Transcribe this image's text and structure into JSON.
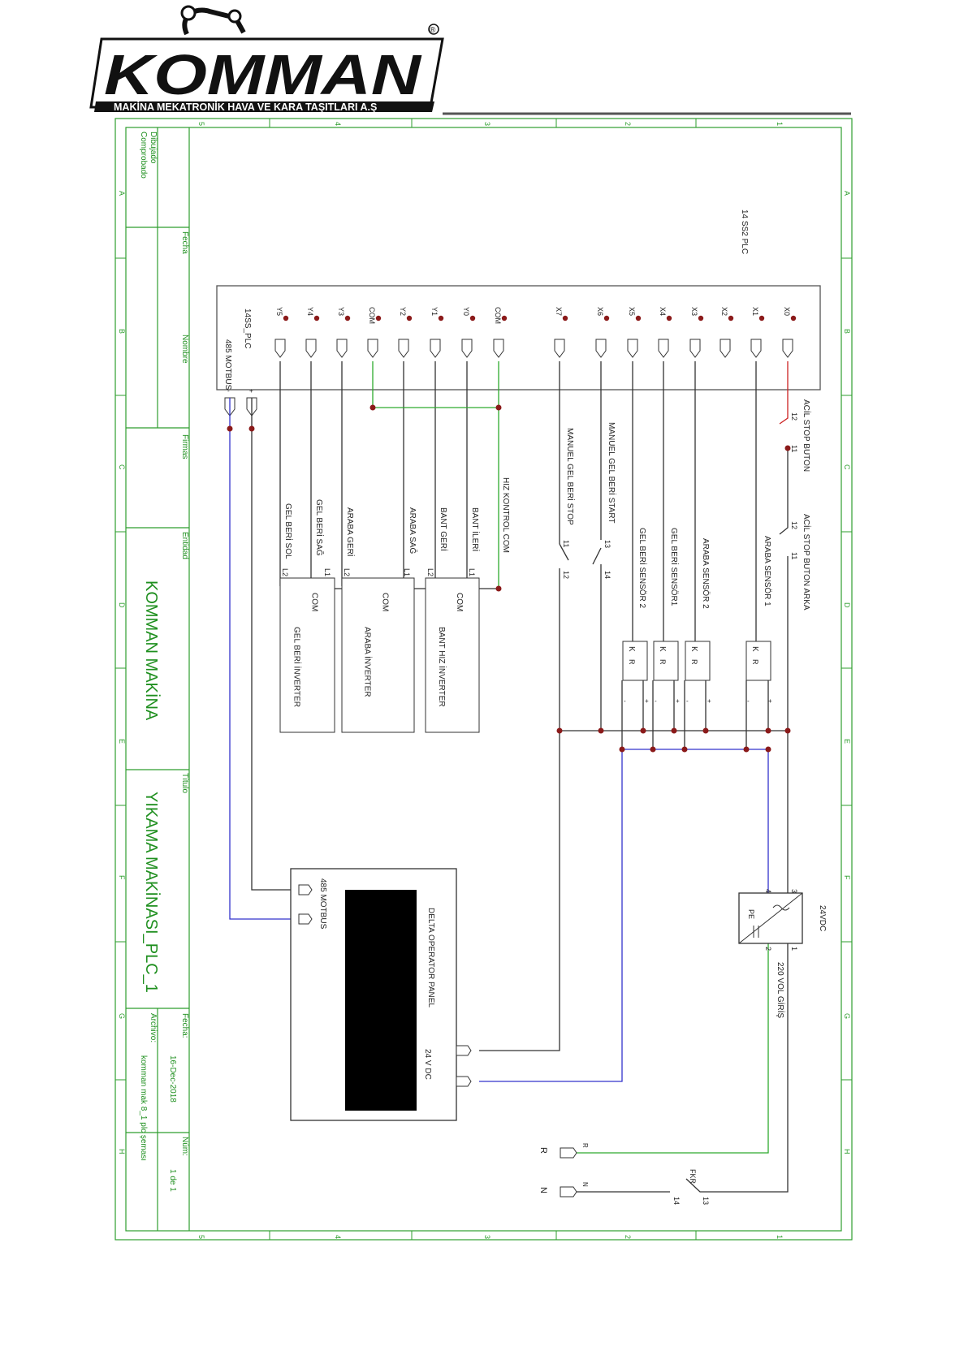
{
  "logo": {
    "brand": "KOMMAN",
    "tagline": "MAKİNA MEKATRONİK HAVA VE KARA TAŞITLARI A.Ş",
    "registered": "®"
  },
  "frame": {
    "cols": [
      "5",
      "4",
      "3",
      "2",
      "1"
    ],
    "rows": [
      "A",
      "B",
      "C",
      "D",
      "E",
      "F",
      "G",
      "H"
    ]
  },
  "title_block": {
    "dibujado": "Dibujado",
    "comprobado": "Comprobado",
    "fecha_label": "Fecha",
    "nombre_label": "Nombre",
    "firmas_label": "Firmas",
    "entidad_label": "Entidad",
    "entidad": "KOMMAN MAKİNA",
    "titulo_label": "Título",
    "titulo": "YIKAMA MAKİNASI_PLC_1",
    "fecha2_label": "Fecha:",
    "fecha2": "16-Dec-2018",
    "archivo_label": "Archivo:",
    "archivo": "komman mak 8_1 plc şeması",
    "num_label": "Núm:",
    "num": "1 de 1"
  },
  "plc": {
    "name": "14 SS2 PLC",
    "model": "14SS_PLC",
    "bus": "485 MOTBUS",
    "inputs": [
      "X0",
      "X1",
      "X2",
      "X3",
      "X4",
      "X5",
      "X6",
      "X7"
    ],
    "outputs": [
      "COM",
      "Y0",
      "Y1",
      "Y2",
      "COM",
      "Y3",
      "Y4",
      "Y5"
    ]
  },
  "signals": {
    "acil_stop": "ACİL STOP BUTON",
    "acil_stop_arka": "ACİL STOP BUTON ARKA",
    "sensor1": "ARABA SENSÖR 1",
    "sensor2": "ARABA SENSÖR 2",
    "gb_sensor1": "GEL BERİ SENSÖR1",
    "gb_sensor2": "GEL BERİ SENSÖR 2",
    "manual_start": "MANUEL GEL BERİ START",
    "manual_stop": "MANUEL GEL BERİ STOP",
    "hiz_kontrol": "HIZ KONTROL COM",
    "bant_ileri": "BANT İLERİ",
    "bant_geri": "BANT GERİ",
    "araba_sag": "ARABA SAĞ",
    "araba_geri": "ARABA GERİ",
    "gel_beri_sag": "GEL BERİ SAĞ",
    "gel_beri_sol": "GEL BERİ SOL"
  },
  "contacts": {
    "c11": "11",
    "c12": "12",
    "c13": "13",
    "c14": "14"
  },
  "sensor_box": {
    "k": "K",
    "r": "R",
    "plus": "+",
    "minus": "-"
  },
  "inverters": {
    "bant": "BANT HIZ İNVERTER",
    "araba": "ARABA İNVERTER",
    "gelberi": "GEL BERİ İNVERTER",
    "com": "COM",
    "l1": "L1",
    "l2": "L2"
  },
  "psu": {
    "label": "24VDC",
    "input": "220 VOL GİRİŞ",
    "pe": "PE",
    "p1": "1",
    "p2": "2",
    "p3": "3",
    "p4": "4"
  },
  "panel": {
    "title": "DELTA OPERATOR PANEL",
    "bus": "485 MOTBUS",
    "supply": "24 V DC",
    "plus": "+",
    "minus": "-"
  },
  "mains": {
    "r": "R",
    "n": "N",
    "fkr": "FKR",
    "t13": "13",
    "t14": "14"
  },
  "colors": {
    "line": "#333333",
    "frame": "#2e9e2e",
    "bus": "#3333cc",
    "green_wire": "#2eaa2e",
    "red_wire": "#cc2222",
    "node": "#8b1a1a",
    "text_green": "#1f8f1f"
  }
}
